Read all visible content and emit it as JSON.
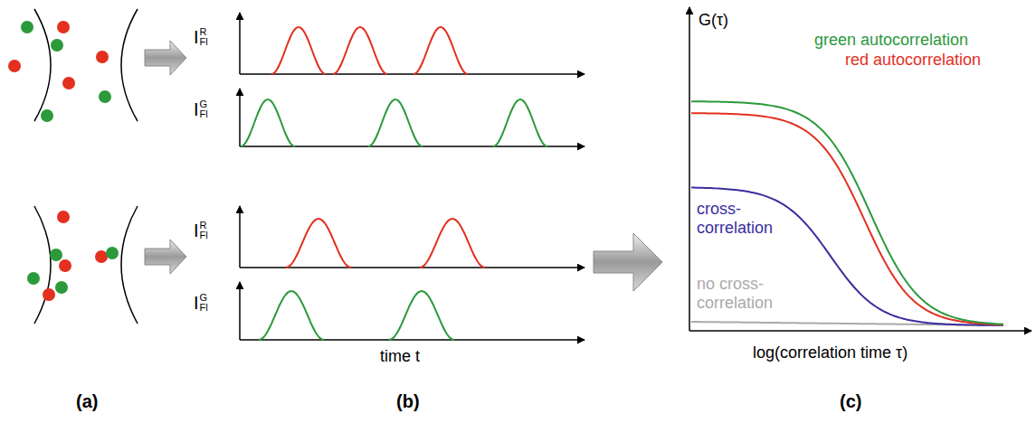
{
  "diagram": {
    "labels": [
      "I_Fl^R",
      "I_Fl^G",
      "I_Fl^R",
      "I_Fl^G",
      "time t",
      "G(τ)",
      "green autocorrelation",
      "red autocorrelation",
      "cross- correlation",
      "no cross- correlation",
      "log(correlation time τ)",
      "(a)",
      "(b)",
      "(c)"
    ]
  }
}
